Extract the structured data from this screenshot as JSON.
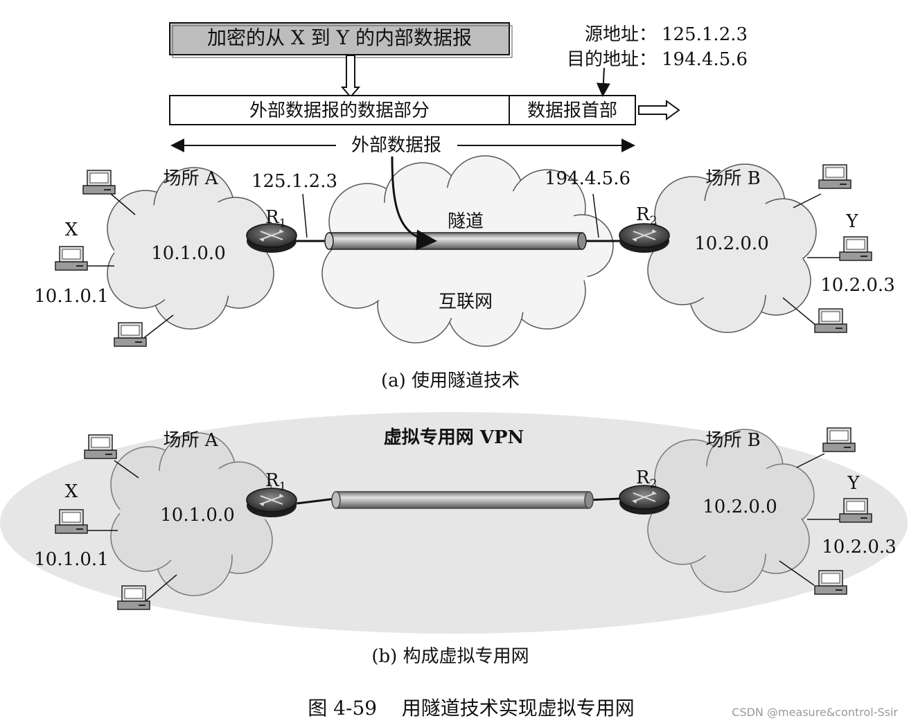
{
  "panel_a": {
    "inner_datagram": "加密的从 X 到 Y 的内部数据报",
    "outer_data_part": "外部数据报的数据部分",
    "outer_header": "数据报首部",
    "outer_datagram": "外部数据报",
    "src_addr_label": "源地址：",
    "src_addr": "125.1.2.3",
    "dst_addr_label": "目的地址：",
    "dst_addr": "194.4.5.6",
    "site_a": "场所 A",
    "site_b": "场所 B",
    "r1_ip": "125.1.2.3",
    "r2_ip": "194.4.5.6",
    "tunnel": "隧道",
    "internet": "互联网",
    "net_a": "10.1.0.0",
    "net_b": "10.2.0.0",
    "host_x": "X",
    "host_y": "Y",
    "host_x_ip": "10.1.0.1",
    "host_y_ip": "10.2.0.3",
    "r1": "R",
    "r1_sub": "1",
    "r2": "R",
    "r2_sub": "2",
    "caption": "(a) 使用隧道技术"
  },
  "panel_b": {
    "vpn": "虚拟专用网 VPN",
    "site_a": "场所 A",
    "site_b": "场所 B",
    "net_a": "10.1.0.0",
    "net_b": "10.2.0.0",
    "host_x": "X",
    "host_y": "Y",
    "host_x_ip": "10.1.0.1",
    "host_y_ip": "10.2.0.3",
    "r1": "R",
    "r1_sub": "1",
    "r2": "R",
    "r2_sub": "2",
    "caption": "(b) 构成虚拟专用网"
  },
  "figure_caption": "图 4-59    用隧道技术实现虚拟专用网",
  "watermark": "CSDN @measure&control-Ssir",
  "colors": {
    "cloud_fill": "#e9e9e9",
    "vpn_oval_fill": "#e6e6e6",
    "header_box_fill": "#bdbdbd",
    "tunnel_fill": "#9a9a9a",
    "router_fill": "#3a3a3a"
  }
}
